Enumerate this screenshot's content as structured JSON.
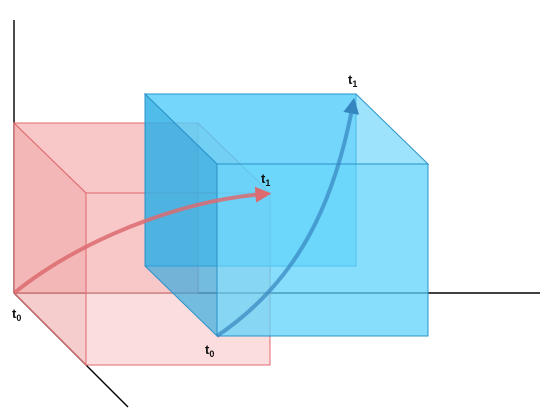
{
  "labels": {
    "t": "t",
    "sub0": "0",
    "sub1": "1"
  },
  "colors": {
    "axis": "#000000",
    "pink_face": "#f4a6a8",
    "pink_edge": "#e06a6d",
    "pink_arrow": "#dc6b70",
    "blue_face": "#3cc4f5",
    "blue_edge": "#2a93c9",
    "blue_arrow": "#3585bf",
    "text": "#111111"
  },
  "icons": {
    "pink_arrow_head": "arrowhead",
    "blue_arrow_head": "arrowhead"
  }
}
